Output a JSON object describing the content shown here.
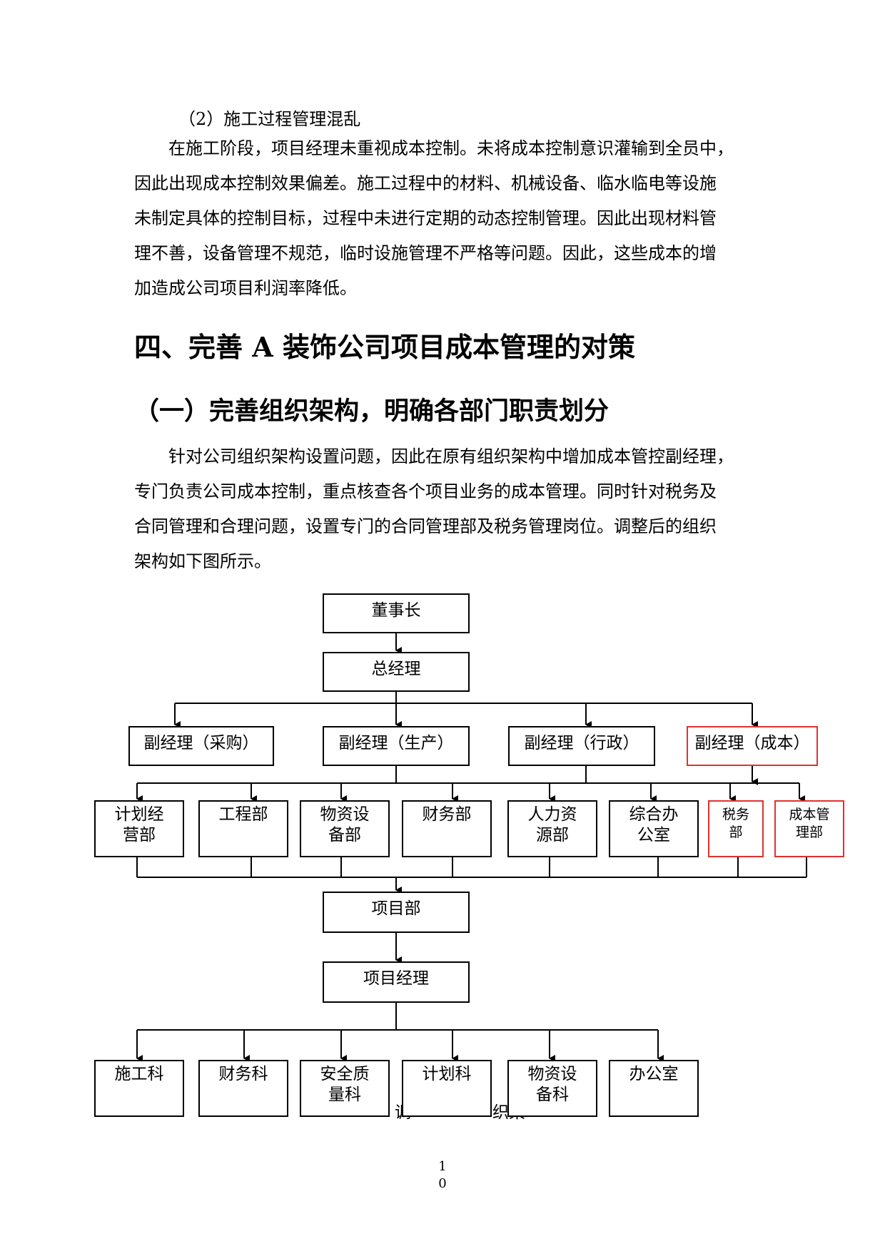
{
  "section_item": "（2）施工过程管理混乱",
  "para1": [
    "在施工阶段，项目经理未重视成本控制。未将成本控制意识灌输到全员中，",
    "因此出现成本控制效果偏差。施工过程中的材料、机械设备、临水临电等设施",
    "未制定具体的控制目标，过程中未进行定期的动态控制管理。因此出现材料管",
    "理不善，设备管理不规范，临时设施管理不严格等问题。因此，这些成本的增",
    "加造成公司项目利润率降低。"
  ],
  "heading1": "四、完善 A 装饰公司项目成本管理的对策",
  "heading2": "（一）完善组织架构，明确各部门职责划分",
  "para2": [
    "针对公司组织架构设置问题，因此在原有组织架构中增加成本管控副经理，",
    "专门负责公司成本控制，重点核查各个项目业务的成本管理。同时针对税务及",
    "合同管理和合理问题，设置专门的合同管理部及税务管理岗位。调整后的组织",
    "架构如下图所示。"
  ],
  "org": {
    "chairman": "董事长",
    "general_manager": "总经理",
    "vp_procurement": "副经理（采购）",
    "vp_production": "副经理（生产）",
    "vp_admin": "副经理（行政）",
    "vp_cost": "副经理（成本）",
    "departments": [
      {
        "line1": "计划经",
        "line2": "营部"
      },
      {
        "line1": "工程部",
        "line2": ""
      },
      {
        "line1": "物资设",
        "line2": "备部"
      },
      {
        "line1": "财务部",
        "line2": ""
      },
      {
        "line1": "人力资",
        "line2": "源部"
      },
      {
        "line1": "综合办",
        "line2": "公室"
      },
      {
        "line1": "税务",
        "line2": "部"
      },
      {
        "line1": "成本管",
        "line2": "理部"
      }
    ],
    "project_dept": "项目部",
    "project_manager": "项目经理",
    "sections": [
      {
        "line1": "施工科",
        "line2": ""
      },
      {
        "line1": "财务科",
        "line2": ""
      },
      {
        "line1": "安全质",
        "line2": "量科"
      },
      {
        "line1": "计划科",
        "line2": ""
      },
      {
        "line1": "物资设",
        "line2": "备科"
      },
      {
        "line1": "办公室",
        "line2": ""
      }
    ],
    "caption_fragment_1": "调",
    "caption_fragment_2": "织架"
  },
  "page_number": [
    "1",
    "0"
  ],
  "colors": {
    "highlight_border": "#e0312f",
    "text": "#000000"
  }
}
